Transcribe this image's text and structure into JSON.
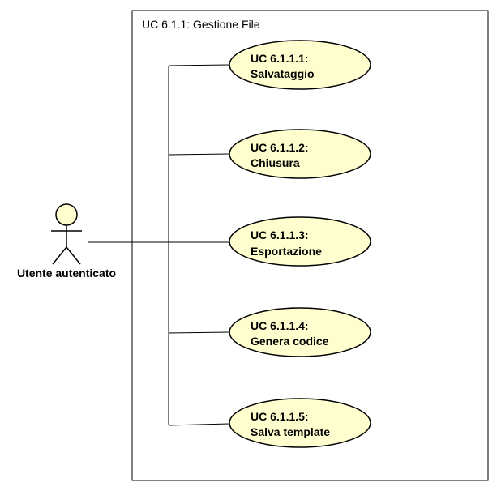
{
  "system": {
    "title": "UC 6.1.1: Gestione File"
  },
  "actor": {
    "name": "Utente autenticato"
  },
  "use_cases": [
    {
      "id": "UC 6.1.1.1:",
      "name": "Salvataggio"
    },
    {
      "id": "UC 6.1.1.2:",
      "name": "Chiusura"
    },
    {
      "id": "UC 6.1.1.3:",
      "name": "Esportazione"
    },
    {
      "id": "UC 6.1.1.4:",
      "name": "Genera codice"
    },
    {
      "id": "UC 6.1.1.5:",
      "name": "Salva template"
    }
  ],
  "colors": {
    "use_case_fill": "#FEFECE",
    "line": "#000000",
    "background": "#FFFFFF"
  }
}
